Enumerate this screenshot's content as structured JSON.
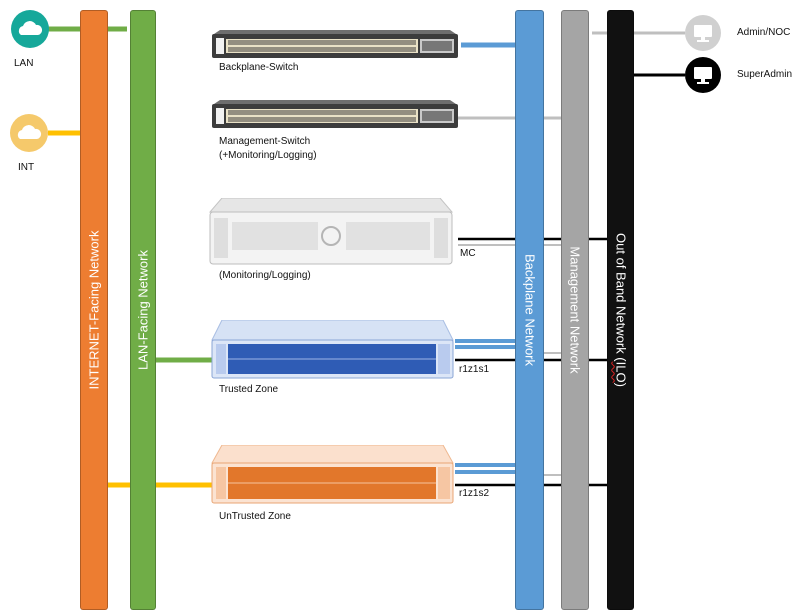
{
  "icons": {
    "lan": {
      "name": "cloud-icon",
      "color": "#16a89a",
      "label": "LAN"
    },
    "int": {
      "name": "cloud-icon",
      "color": "#f5c96b",
      "label": "INT"
    },
    "admin_noc": {
      "name": "monitor-icon",
      "color": "#d0d0d0",
      "label": "Admin/NOC"
    },
    "super_admin": {
      "name": "monitor-icon",
      "color": "#000000",
      "label": "SuperAdmin"
    }
  },
  "networks": {
    "internet": {
      "label": "INTERNET-Facing Network",
      "color": "#ed7d31"
    },
    "lan": {
      "label": "LAN-Facing Network",
      "color": "#70ad47"
    },
    "backplane": {
      "label": "Backplane Network",
      "color": "#5b9bd5"
    },
    "management": {
      "label": "Management Network",
      "color": "#a5a5a5"
    },
    "oob_prefix": "Out of Band Network (",
    "oob_ilo": "ILO",
    "oob_suffix": ")",
    "oob_color": "#111111"
  },
  "devices": {
    "backplane_switch": "Backplane-Switch",
    "management_switch_line1": "Management-Switch",
    "management_switch_line2": "(+Monitoring/Logging)",
    "monitor_server": "(Monitoring/Logging)",
    "trusted_server": "Trusted Zone",
    "untrusted_server": "UnTrusted Zone"
  },
  "host_labels": {
    "mc": "MC",
    "r1z1s1": "r1z1s1",
    "r1z1s2": "r1z1s2"
  },
  "link_colors": {
    "lan": "#70ad47",
    "int": "#ffc000",
    "backplane": "#5b9bd5",
    "management": "#bfbfbf",
    "oob": "#000000"
  }
}
